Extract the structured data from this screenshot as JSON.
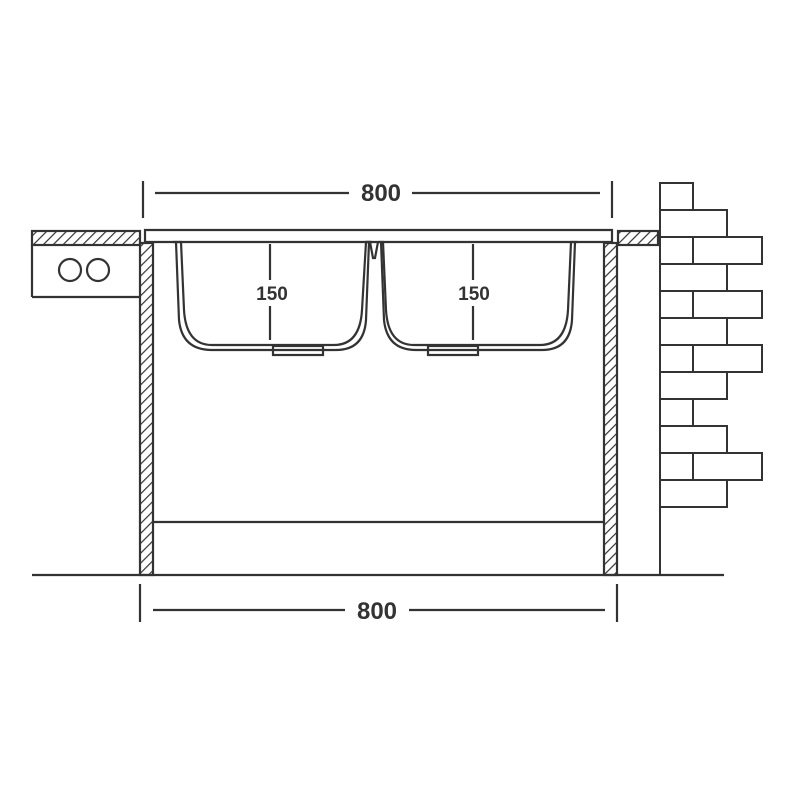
{
  "dimensions": {
    "top_width": "800",
    "bottom_width": "800",
    "left_bowl_depth": "150",
    "right_bowl_depth": "150"
  },
  "colors": {
    "line": "#333333",
    "background": "#ffffff"
  }
}
